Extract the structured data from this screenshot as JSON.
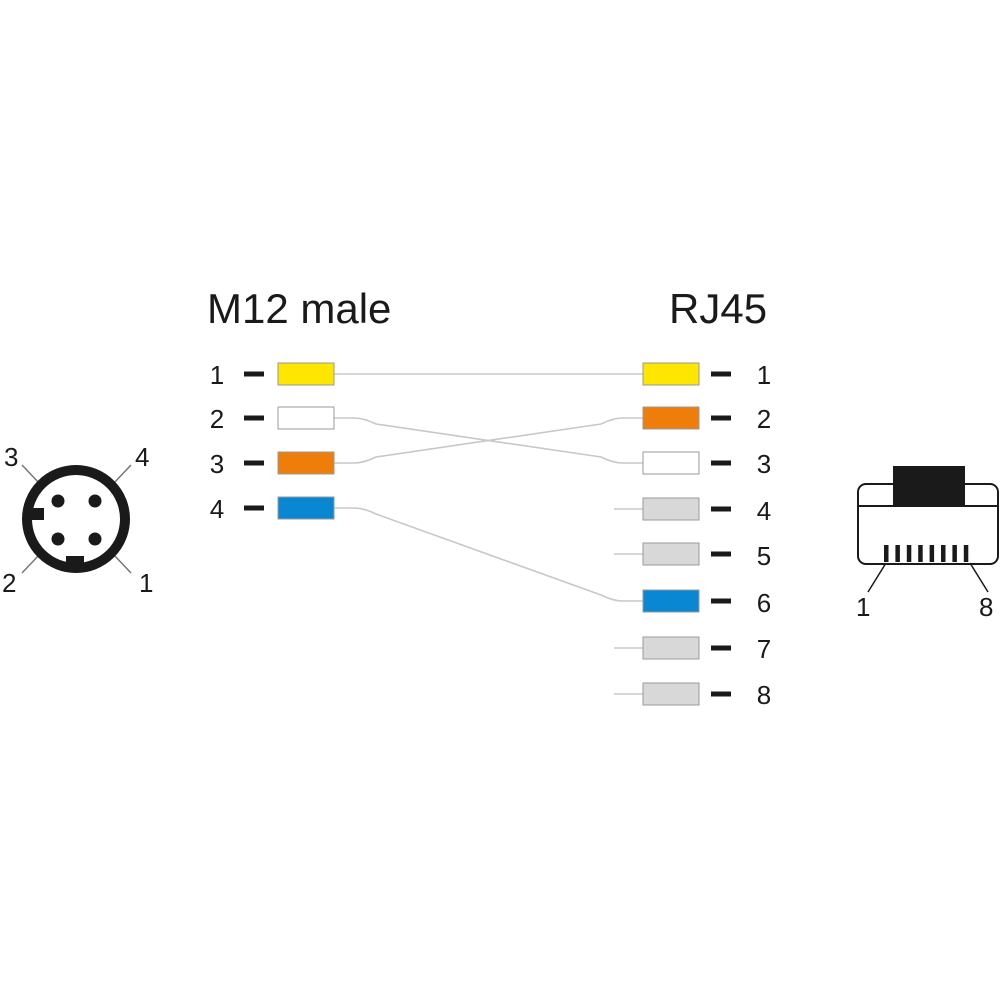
{
  "colors": {
    "yellow": "#ffe600",
    "white": "#ffffff",
    "orange": "#ee7d0a",
    "blue": "#0a87d2",
    "grey": "#d8d8d8",
    "wire": "#c8c8c8",
    "outline": "#9a9a9a",
    "ink": "#1a1a1a"
  },
  "m12": {
    "title": "M12 male",
    "pins": [
      {
        "label": "1",
        "color": "yellow"
      },
      {
        "label": "2",
        "color": "white"
      },
      {
        "label": "3",
        "color": "orange"
      },
      {
        "label": "4",
        "color": "blue"
      }
    ],
    "face_labels": [
      "3",
      "4",
      "2",
      "1"
    ]
  },
  "rj45": {
    "title": "RJ45",
    "pins": [
      {
        "label": "1",
        "color": "yellow"
      },
      {
        "label": "2",
        "color": "orange"
      },
      {
        "label": "3",
        "color": "white"
      },
      {
        "label": "4",
        "color": "grey"
      },
      {
        "label": "5",
        "color": "grey"
      },
      {
        "label": "6",
        "color": "blue"
      },
      {
        "label": "7",
        "color": "grey"
      },
      {
        "label": "8",
        "color": "grey"
      }
    ],
    "face_labels": [
      "1",
      "8"
    ]
  },
  "wiring": [
    {
      "from": "1",
      "to": "1"
    },
    {
      "from": "2",
      "to": "3"
    },
    {
      "from": "3",
      "to": "2"
    },
    {
      "from": "4",
      "to": "6"
    }
  ]
}
